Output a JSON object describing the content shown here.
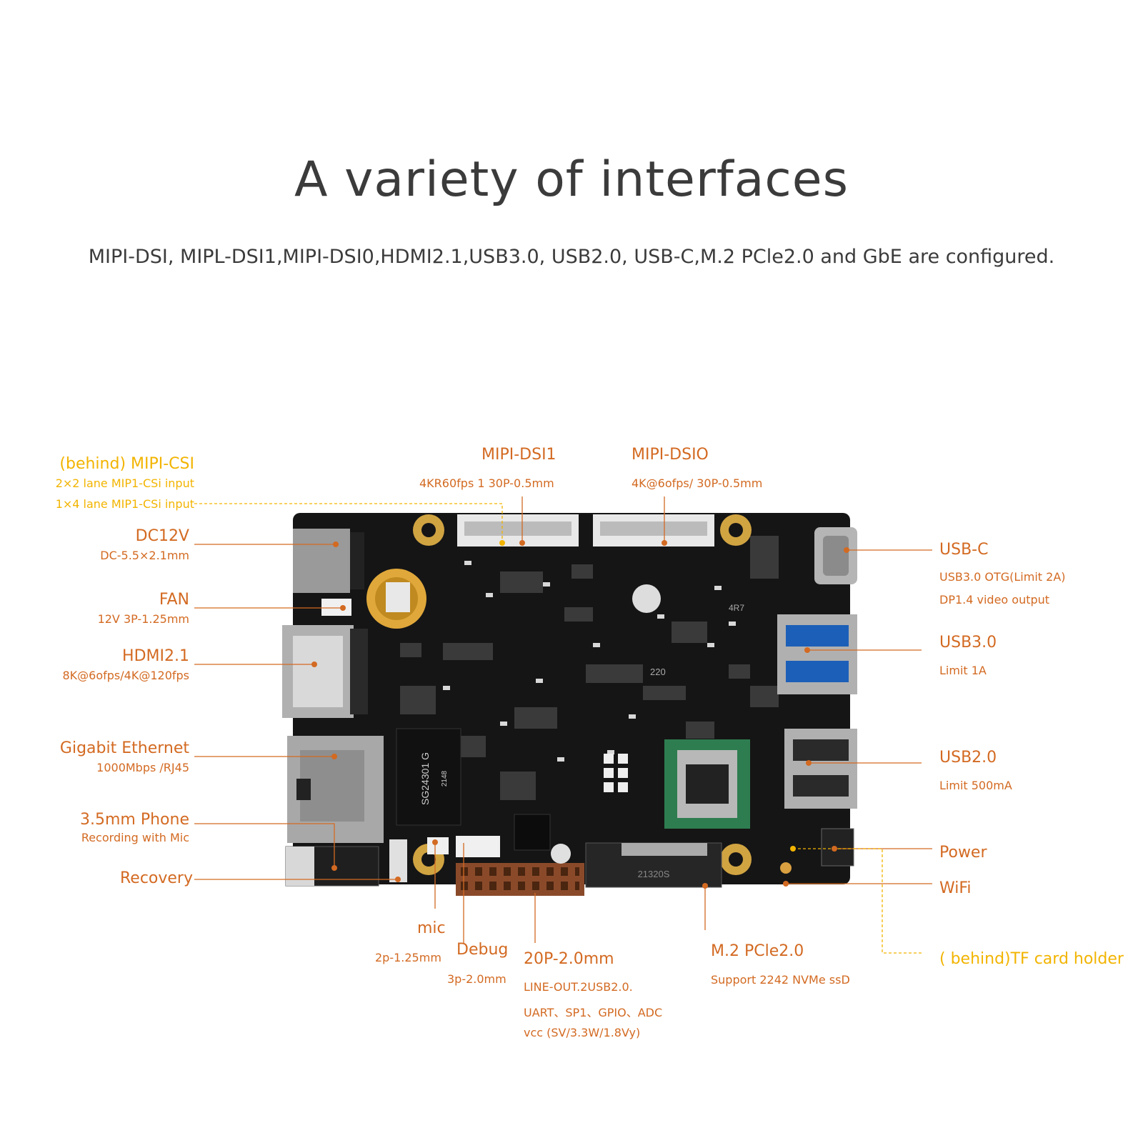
{
  "header": {
    "title": "A variety of interfaces",
    "subtitle": "MIPI-DSI, MIPL-DSI1,MIPI-DSI0,HDMI2.1,USB3.0, USB2.0, USB-C,M.2 PCle2.0 and GbE are configured."
  },
  "colors": {
    "orange": "#d36a22",
    "yellow": "#f2b400",
    "text": "#3b3b3b",
    "board": "#151515"
  },
  "board": {
    "chips": {
      "ethernet_chip": "SG24301 G",
      "ethernet_chip_code": "2148",
      "m2_code": "21320S",
      "inductor": "4R7",
      "inductor2": "220"
    }
  },
  "labels": {
    "mipi_csi": {
      "title": "(behind) MIPI-CSI",
      "line1": "2×2 lane MIP1-CSi input",
      "line2": "1×4 lane MIP1-CSi input"
    },
    "dc12v": {
      "title": "DC12V",
      "sub": "DC-5.5×2.1mm"
    },
    "fan": {
      "title": "FAN",
      "sub": "12V 3P-1.25mm"
    },
    "hdmi": {
      "title": "HDMI2.1",
      "sub": "8K@6ofps/4K@120fps"
    },
    "ethernet": {
      "title": "Gigabit Ethernet",
      "sub": "1000Mbps /RJ45"
    },
    "phone": {
      "title": "3.5mm Phone",
      "sub": "Recording with Mic"
    },
    "recovery": {
      "title": "Recovery"
    },
    "mipi_dsi1": {
      "title": "MIPI-DSI1",
      "sub": "4KR60fps 1 30P-0.5mm"
    },
    "mipi_dsi0": {
      "title": "MIPI-DSIO",
      "sub": "4K@6ofps/ 30P-0.5mm"
    },
    "usbc": {
      "title": "USB-C",
      "line1": "USB3.0 OTG(Limit 2A)",
      "line2": "DP1.4 video output"
    },
    "usb3": {
      "title": "USB3.0",
      "sub": "Limit 1A"
    },
    "usb2": {
      "title": "USB2.0",
      "sub": "Limit 500mA"
    },
    "power": {
      "title": "Power"
    },
    "wifi": {
      "title": "WiFi"
    },
    "tf": {
      "title": "( behind)TF card holder"
    },
    "mic": {
      "title": "mic",
      "sub": "2p-1.25mm"
    },
    "debug": {
      "title": "Debug",
      "sub": "3p-2.0mm"
    },
    "gpio": {
      "title": "20P-2.0mm",
      "line1": "LINE-OUT.2USB2.0.",
      "line2": "UART、SP1、GPIO、ADC",
      "line3": "vcc (SV/3.3W/1.8Vy)"
    },
    "m2": {
      "title": "M.2 PCle2.0",
      "sub": "Support 2242 NVMe ssD"
    }
  }
}
